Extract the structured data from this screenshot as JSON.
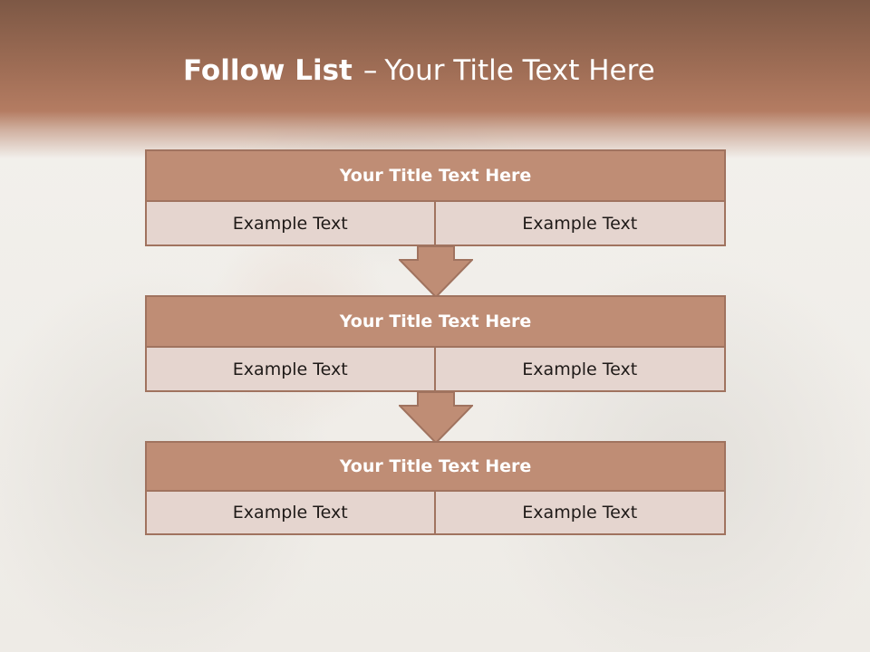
{
  "slide": {
    "title_bold": "Follow List",
    "title_dash": "–",
    "title_rest": "Your Title Text Here"
  },
  "steps": [
    {
      "title": "Your Title Text Here",
      "left": "Example Text",
      "right": "Example Text"
    },
    {
      "title": "Your Title Text Here",
      "left": "Example Text",
      "right": "Example Text"
    },
    {
      "title": "Your Title Text Here",
      "left": "Example Text",
      "right": "Example Text"
    }
  ],
  "colors": {
    "header_brown": "#a06e56",
    "box_title_fill": "#bf8d75",
    "box_cell_fill": "#e5d5cf",
    "border": "#a0735f",
    "arrow_fill": "#bf8d75"
  }
}
